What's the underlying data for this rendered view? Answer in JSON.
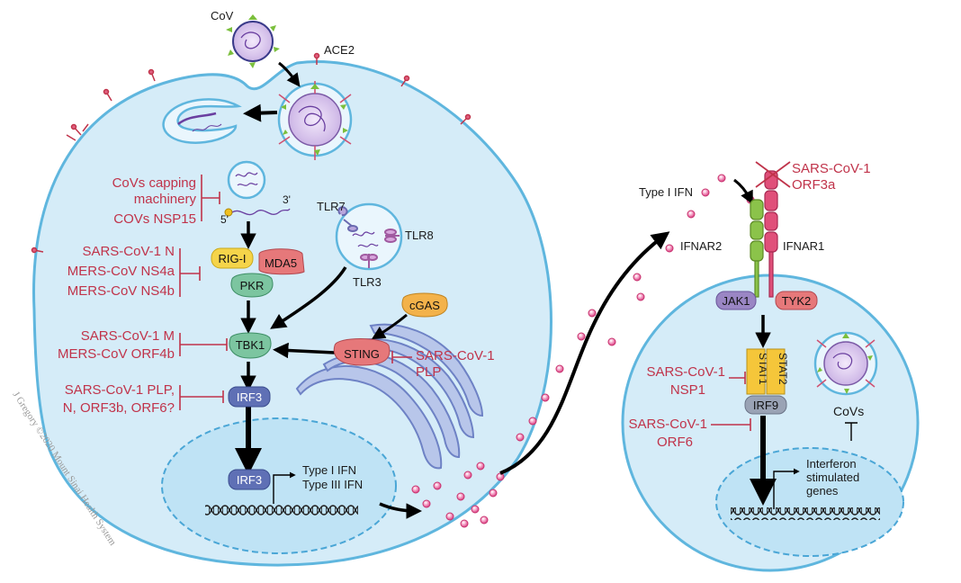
{
  "virus": {
    "cov": "CoV",
    "ace2": "ACE2"
  },
  "rna": {
    "five_prime": "5'",
    "three_prime": "3'"
  },
  "inhibitors": {
    "capping": [
      "CoVs capping",
      "machinery",
      "COVs NSP15"
    ],
    "rigi": [
      "SARS-CoV-1 N",
      "MERS-CoV NS4a",
      "MERS-CoV NS4b"
    ],
    "tbk1": [
      "SARS-CoV-1 M",
      "MERS-CoV ORF4b"
    ],
    "irf3": [
      "SARS-CoV-1 PLP,",
      "N, ORF3b, ORF6?"
    ],
    "sting": [
      "SARS-CoV-1",
      "PLP"
    ],
    "orf3a": [
      "SARS-CoV-1",
      "ORF3a"
    ],
    "nsp1": [
      "SARS-CoV-1",
      "NSP1"
    ],
    "orf6": [
      "SARS-CoV-1",
      "ORF6"
    ]
  },
  "nodes": {
    "rigi": "RIG-I",
    "mda5": "MDA5",
    "pkr": "PKR",
    "tbk1": "TBK1",
    "irf3": "IRF3",
    "irf3_nuc": "IRF3",
    "cgas": "cGAS",
    "sting": "STING",
    "tlr7": "TLR7",
    "tlr8": "TLR8",
    "tlr3": "TLR3",
    "jak1": "JAK1",
    "tyk2": "TYK2",
    "stat1": "STAT1",
    "stat2": "STAT2",
    "irf9": "IRF9"
  },
  "ifn": {
    "type1_ifn": "Type I IFN",
    "type3_ifn": "Type III IFN",
    "type1_ifn_right": "Type I IFN",
    "ifnar2": "IFNAR2",
    "ifnar1": "IFNAR1",
    "covs": "CoVs",
    "isg": [
      "Interferon",
      "stimulated",
      "genes"
    ]
  },
  "credit": "J Gregory ©2020 Mount Sinai Health System",
  "colors": {
    "cell_fill": "#d5ecf8",
    "cell_stroke": "#5fb6de",
    "inhibitor": "#c0334a",
    "rigi": "#f5d44a",
    "mda5": "#e6787a",
    "pkr": "#7cc5a0",
    "tbk1": "#7cc5a0",
    "irf3": "#5f70b5",
    "cgas": "#f3b24a",
    "sting": "#e6787a",
    "jak1": "#9a86c4",
    "tyk2": "#e6787a",
    "stat": "#f5c63a",
    "irf9": "#9aa3b5",
    "ifn_particle": "#e64a8c",
    "ifnar2": "#8bc34a",
    "ifnar1": "#e0507a",
    "spike": "#7bbf3c"
  }
}
